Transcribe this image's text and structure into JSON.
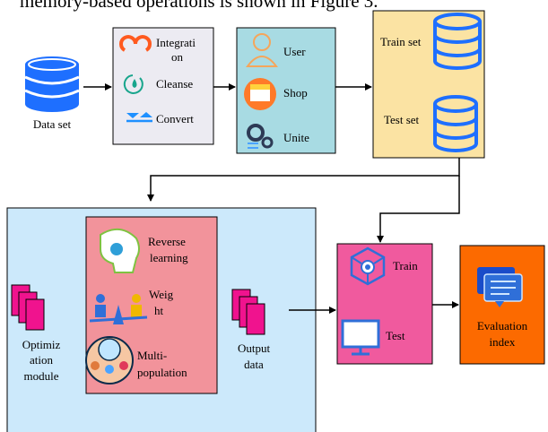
{
  "caption": "memory-based operations is shown in Figure 3.",
  "data_set": {
    "label": "Data set"
  },
  "preprocess": {
    "integration": [
      "Integrati",
      "on"
    ],
    "cleanse": "Cleanse",
    "convert": "Convert"
  },
  "entities": {
    "user": "User",
    "shop": "Shop",
    "unite": "Unite"
  },
  "split": {
    "train_set": "Train set",
    "test_set": "Test set"
  },
  "optimization": {
    "module_label": [
      "Optimiz",
      "ation",
      "module"
    ],
    "reverse_learning": [
      "Reverse",
      "learning"
    ],
    "weight": [
      "Weig",
      "ht"
    ],
    "multi_population": [
      "Multi-",
      "population"
    ],
    "output_label": [
      "Output",
      "data"
    ]
  },
  "model": {
    "train": "Train",
    "test": "Test"
  },
  "evaluation": {
    "label": [
      "Evaluation",
      "index"
    ]
  },
  "colors": {
    "db_blue": "#1e6fff",
    "preprocess_bg": "#ecebf2",
    "entities_bg": "#a8dbe3",
    "split_bg": "#fbe3a3",
    "optim_bg": "#cce9fb",
    "inner_bg": "#f2939b",
    "model_bg": "#f05a9e",
    "eval_bg": "#fc6a00",
    "doc_pink": "#f0138e"
  }
}
